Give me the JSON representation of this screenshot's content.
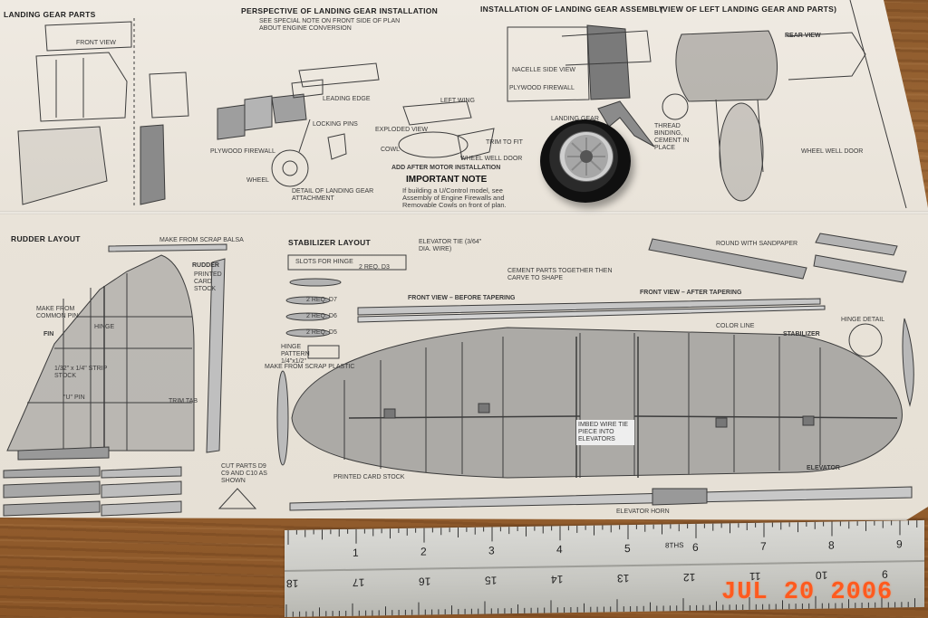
{
  "plan": {
    "landing_gear_parts_title": "LANDING GEAR PARTS",
    "perspective_title": "PERSPECTIVE OF LANDING GEAR INSTALLATION",
    "perspective_note": "SEE SPECIAL NOTE ON FRONT SIDE OF PLAN ABOUT ENGINE CONVERSION",
    "installation_title": "INSTALLATION OF LANDING GEAR ASSEMBLY",
    "installation_subtitle": "(VIEW OF LEFT LANDING GEAR AND PARTS)",
    "front_view_label": "FRONT VIEW",
    "nacelle_side_view": "NACELLE SIDE VIEW",
    "rear_view_label": "REAR VIEW",
    "plywood_firewall": "PLYWOOD FIREWALL",
    "leading_edge": "LEADING EDGE",
    "locking_pins": "LOCKING PINS",
    "left_wing": "LEFT WING",
    "exploded_view": "EXPLODED VIEW",
    "cowl": "COWL",
    "trim_to_fit": "TRIM TO FIT",
    "wheel_well_door": "WHEEL WELL DOOR",
    "add_after_motor": "ADD AFTER MOTOR INSTALLATION",
    "detail_landing_gear": "DETAIL OF LANDING GEAR ATTACHMENT",
    "wheel_label": "WHEEL",
    "landing_gear_label": "LANDING GEAR",
    "thread_binding": "THREAD BINDING, CEMENT IN PLACE",
    "important_note_title": "IMPORTANT NOTE",
    "important_note_text": "If building a U/Control model, see Assembly of Engine Firewalls and Removable Cowls on front of plan.",
    "rudder_layout_title": "RUDDER LAYOUT",
    "make_from_scrap_balsa": "MAKE FROM SCRAP BALSA",
    "rudder_label": "RUDDER",
    "printed_card_stock": "PRINTED CARD STOCK",
    "fin_label": "FIN",
    "hinge_label": "HINGE",
    "u_pin_label": "\"U\" PIN",
    "trim_tab_label": "TRIM TAB",
    "make_from_common_pin": "MAKE FROM COMMON PIN",
    "strip_stock": "1/32\" x 1/4\" STRIP STOCK",
    "stabilizer_layout_title": "STABILIZER LAYOUT",
    "elevator_tie": "ELEVATOR TIE (3/64\" DIA. WIRE)",
    "slots_for_hinge": "SLOTS FOR HINGE",
    "front_view_before": "FRONT VIEW – BEFORE TAPERING",
    "front_view_after": "FRONT VIEW – AFTER TAPERING",
    "stabilizer_label": "STABILIZER",
    "elevator_label": "ELEVATOR",
    "color_line": "COLOR LINE",
    "hinge_detail": "HINGE DETAIL",
    "imbed_wire": "IMBED WIRE TIE PIECE INTO ELEVATORS",
    "make_from_scrap_plastic": "MAKE FROM SCRAP PLASTIC",
    "cut_parts": "CUT PARTS D9 C9 AND C10 AS SHOWN",
    "cement_parts": "CEMENT PARTS TOGETHER THEN CARVE TO SHAPE",
    "round_with_sandpaper": "ROUND WITH SANDPAPER",
    "elevator_horn": "ELEVATOR HORN",
    "printed_card_stock_2": "PRINTED CARD STOCK",
    "two_req_d3": "2 REQ. D3",
    "two_req_d7": "2 REQ. D7",
    "two_req_d6": "2 REQ. D6",
    "two_req_d5": "2 REQ. D5",
    "hinge_pattern": "HINGE PATTERN 1/4\"x1/2\""
  },
  "ruler": {
    "inch_marks": [
      "1",
      "2",
      "3",
      "4",
      "5",
      "6",
      "7",
      "8",
      "9"
    ],
    "cm_marks": [
      "18",
      "17",
      "16",
      "15",
      "14",
      "13",
      "12",
      "11",
      "10",
      "9"
    ],
    "inch_label": "8THS"
  },
  "camera": {
    "date_stamp": "JUL 20 2006"
  }
}
